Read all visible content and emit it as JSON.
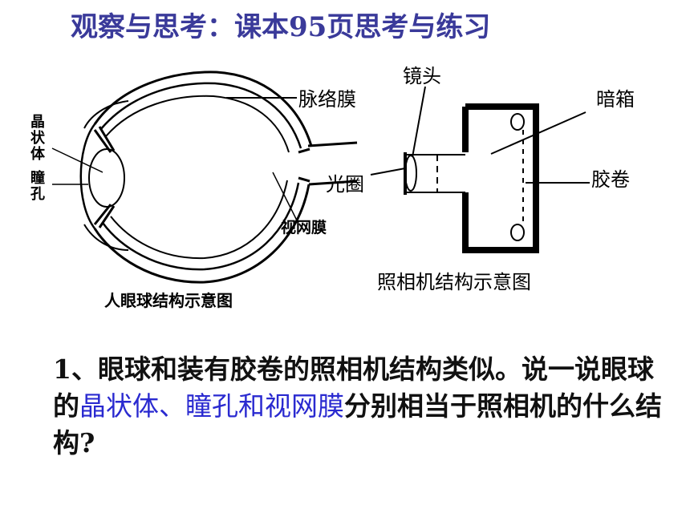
{
  "title": "观察与思考：课本95页思考与练习",
  "eye": {
    "caption": "人眼球结构示意图",
    "labels": {
      "choroid": "脉络膜",
      "lens_line1": "晶",
      "lens_line2": "状",
      "lens_line3": "体",
      "pupil_line1": "瞳",
      "pupil_line2": "孔",
      "retina": "视网膜"
    }
  },
  "camera": {
    "caption": "照相机结构示意图",
    "labels": {
      "lens": "镜头",
      "dark_box": "暗箱",
      "aperture": "光圈",
      "film": "胶卷"
    }
  },
  "question": {
    "part1": "1、眼球和装有胶卷的照相机结构类似。说一说眼球的",
    "highlight": "晶状体、瞳孔和视网膜",
    "part2": "分别相当于照相机的什么结构?"
  }
}
